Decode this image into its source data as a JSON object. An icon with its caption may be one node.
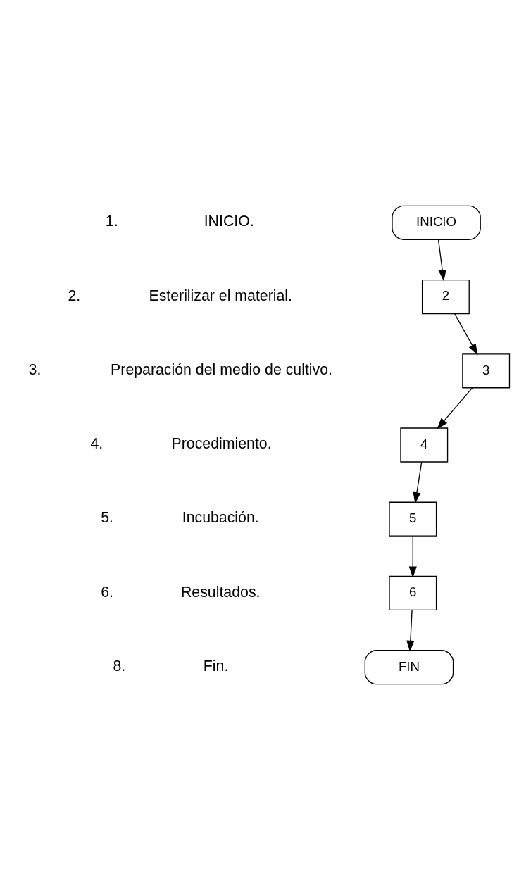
{
  "diagram": {
    "nodes": [
      {
        "text": [
          "INICIO"
        ]
      },
      {
        "text": [
          "2"
        ]
      },
      {
        "text": [
          "3"
        ]
      },
      {
        "text": [
          "4"
        ]
      },
      {
        "text": [
          "5"
        ]
      },
      {
        "text": [
          "6"
        ]
      },
      {
        "text": [
          "FIN"
        ]
      }
    ],
    "edges": [
      {
        "from": 0,
        "to": 1,
        "arrow": "to"
      },
      {
        "from": 1,
        "to": 2,
        "arrow": "to"
      },
      {
        "from": 2,
        "to": 3,
        "arrow": "to"
      },
      {
        "from": 3,
        "to": 4,
        "arrow": "to"
      },
      {
        "from": 4,
        "to": 5,
        "arrow": "to"
      },
      {
        "from": 5,
        "to": 6,
        "arrow": "to"
      }
    ],
    "labels": [
      "1.",
      "INICIO.",
      "2.",
      "Esterilizar el material.",
      "3.",
      "Preparación del medio de cultivo.",
      "4.",
      "Procedimiento.",
      "5.",
      "Incubación.",
      "6.",
      "Resultados.",
      "8.",
      "Fin."
    ]
  }
}
